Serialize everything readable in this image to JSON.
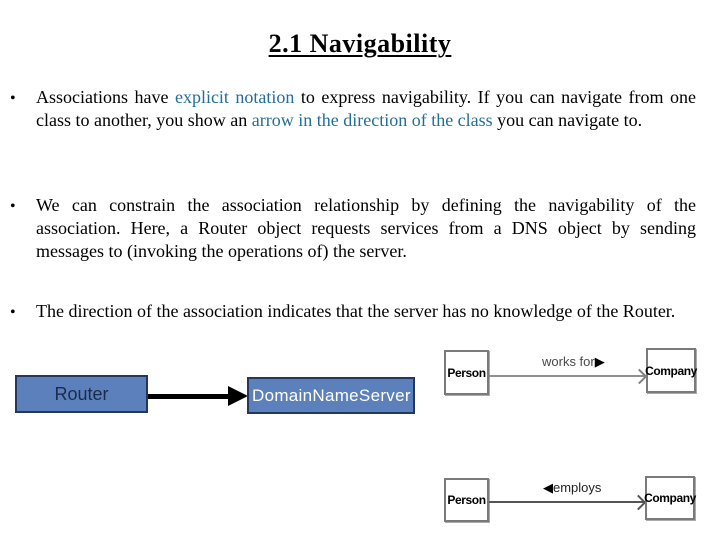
{
  "slide": {
    "title": "2.1 Navigability",
    "bullet_char": "•",
    "bullets": [
      {
        "segments": [
          {
            "text": "Associations have ",
            "emphasis": false
          },
          {
            "text": "explicit notation",
            "emphasis": true
          },
          {
            "text": " to express navigability. If you can navigate from one class to another, you show an ",
            "emphasis": false
          },
          {
            "text": "arrow in the direction of the class",
            "emphasis": true
          },
          {
            "text": " you can navigate to.",
            "emphasis": false
          }
        ]
      },
      {
        "segments": [
          {
            "text": "We can constrain the association relationship by defining the navigability of the association. Here, a Router object requests services from a DNS object by sending messages to (invoking the operations of) the server.",
            "emphasis": false
          }
        ]
      },
      {
        "segments": [
          {
            "text": "The direction of the association indicates that the server has no knowledge of the Router.",
            "emphasis": false
          }
        ]
      }
    ]
  },
  "router_diagram": {
    "router_label": "Router",
    "server_label": "DomainNameServer"
  },
  "uml_examples": {
    "works_for": {
      "left_class": "Person",
      "right_class": "Company",
      "association_label": "works for",
      "direction_icon": "▶"
    },
    "employs": {
      "left_class": "Person",
      "right_class": "Company",
      "association_label": "employs",
      "direction_icon": "◀"
    }
  },
  "colors": {
    "emphasis_text": "#236E96",
    "class_box_fill": "#5B80BC",
    "class_box_border": "#24375C",
    "router_text": "#1C2B4A",
    "server_text": "#FFFFFF",
    "body_text": "#000000",
    "uml_box_border": "#7A7A7A"
  }
}
